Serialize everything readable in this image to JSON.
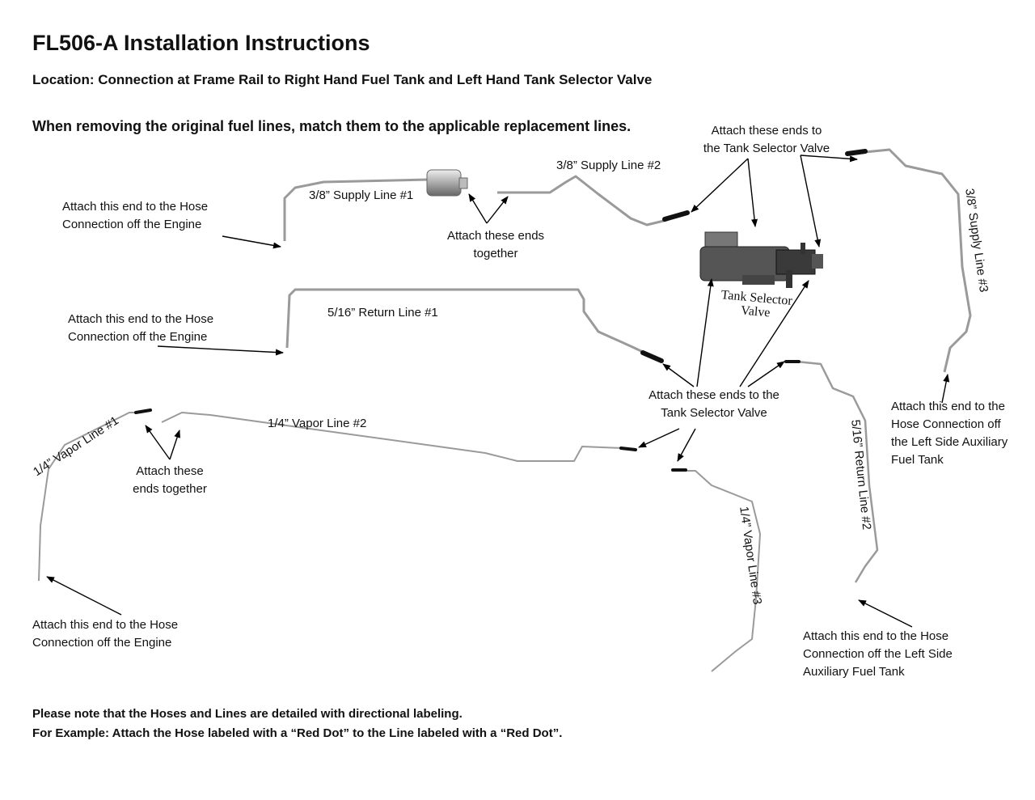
{
  "title": "FL506-A Installation Instructions",
  "location": "Location: Connection at Frame Rail to Right Hand Fuel Tank and Left Hand Tank Selector Valve",
  "intro": "When removing the original fuel lines, match them to the applicable replacement lines.",
  "lines": {
    "supply1": "3/8” Supply Line #1",
    "supply2": "3/8” Supply Line #2",
    "supply3": "3/8” Supply Line #3",
    "return1": "5/16” Return Line #1",
    "return2": "5/16” Return Line #2",
    "vapor1": "1/4” Vapor Line #1",
    "vapor2": "1/4” Vapor Line #2",
    "vapor3": "1/4” Vapor Line #3"
  },
  "labels": {
    "engine_supply": [
      "Attach this end to the Hose",
      "Connection off the Engine"
    ],
    "together_supply": [
      "Attach these ends",
      "together"
    ],
    "selector_top": [
      "Attach these ends to",
      "the Tank Selector Valve"
    ],
    "engine_return": [
      "Attach this end to the Hose",
      "Connection off the Engine"
    ],
    "selector_mid": [
      "Attach these ends to the",
      "Tank Selector Valve"
    ],
    "together_vapor": [
      "Attach these",
      "ends together"
    ],
    "engine_vapor": [
      "Attach this end to the Hose",
      "Connection off the Engine"
    ],
    "aux_supply": [
      "Attach this end to the",
      "Hose Connection off",
      "the Left Side Auxiliary",
      "Fuel Tank"
    ],
    "aux_return": [
      "Attach this end to the Hose",
      "Connection off the Left Side",
      "Auxiliary Fuel Tank"
    ],
    "valve": [
      "Tank Selector",
      "Valve"
    ]
  },
  "notes": [
    "Please note that the Hoses and Lines are detailed with directional labeling.",
    "For Example: Attach the Hose labeled with a “Red Dot” to the Line labeled with a “Red Dot”."
  ]
}
